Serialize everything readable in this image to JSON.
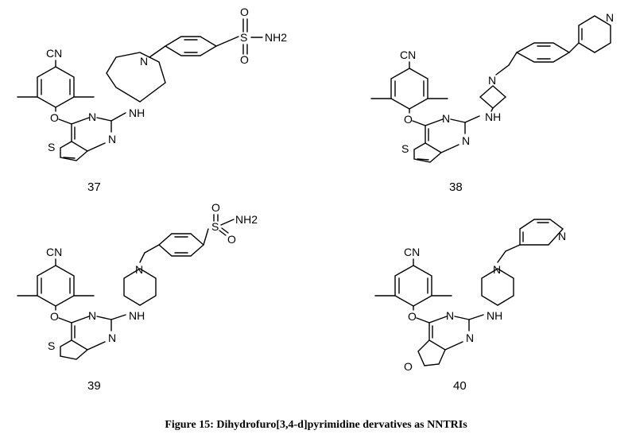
{
  "figure": {
    "caption": "Figure 15: Dihydrofuro[3,4-d]pyrimidine dervatives as NNTRIs"
  },
  "compounds": [
    {
      "number": "37",
      "labels": {
        "cn": "CN",
        "o": "O",
        "n_ring1": "N",
        "n_ring2": "N",
        "s": "S",
        "nh": "NH",
        "n_amine": "N",
        "s_sulf": "S",
        "o1": "O",
        "o2": "O",
        "nh2": "NH2"
      }
    },
    {
      "number": "38",
      "labels": {
        "cn": "CN",
        "o": "O",
        "n_ring1": "N",
        "n_ring2": "N",
        "s": "S",
        "nh": "NH",
        "n_amine": "N",
        "n_pyr": "N"
      }
    },
    {
      "number": "39",
      "labels": {
        "cn": "CN",
        "o": "O",
        "n_ring1": "N",
        "n_ring2": "N",
        "s": "S",
        "nh": "NH",
        "n_amine": "N",
        "s_sulf": "S",
        "o1": "O",
        "o2": "O",
        "nh2": "NH2"
      }
    },
    {
      "number": "40",
      "labels": {
        "cn": "CN",
        "o": "O",
        "n_ring1": "N",
        "n_ring2": "N",
        "o_ring": "O",
        "nh": "NH",
        "n_amine": "N",
        "n_pyr": "N"
      }
    }
  ]
}
